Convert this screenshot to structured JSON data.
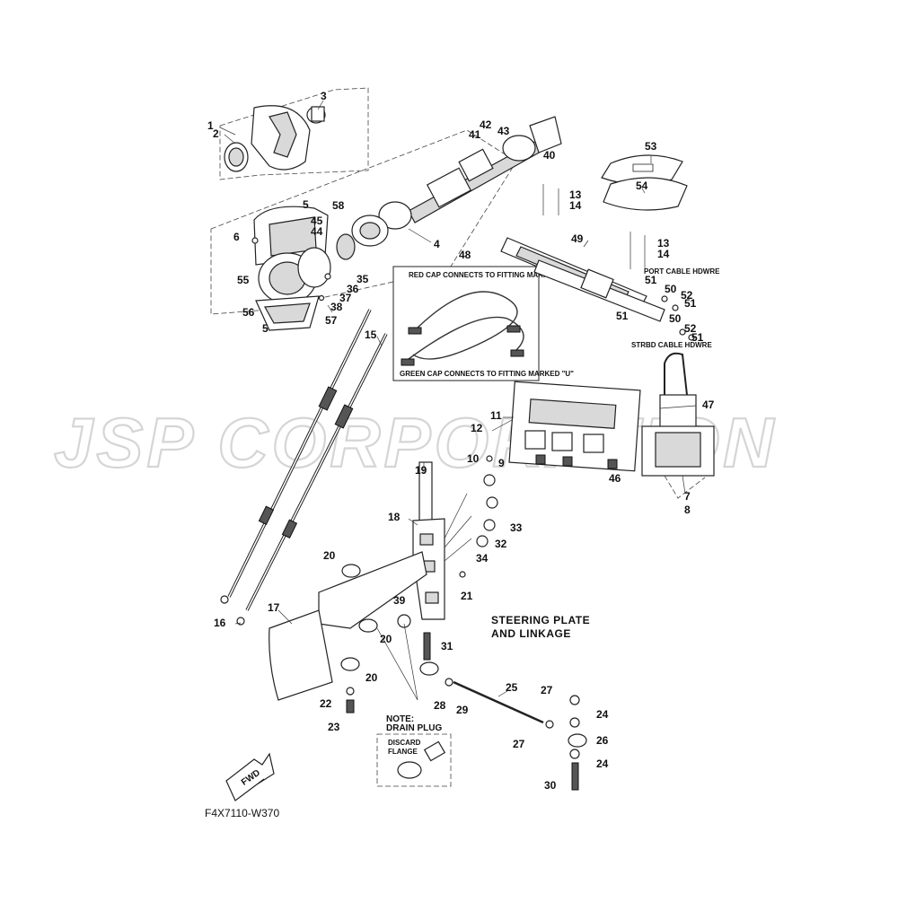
{
  "watermark": "JSP CORPORATION",
  "diagram_code": "F4X7110-W370",
  "section_title_line1": "STEERING PLATE",
  "section_title_line2": "AND LINKAGE",
  "cable_box": {
    "top_label": "RED CAP CONNECTS TO FITTING MARKED \"D\"",
    "bottom_label": "GREEN CAP CONNECTS TO FITTING MARKED \"U\""
  },
  "hardware_labels": {
    "port": "PORT CABLE HDWRE",
    "strbd": "STRBD CABLE HDWRE"
  },
  "note": {
    "line1": "NOTE:",
    "line2": "DRAIN PLUG",
    "discard1": "DISCARD",
    "discard2": "FLANGE"
  },
  "fwd_label": "FWD",
  "callouts": {
    "n1": "1",
    "n2": "2",
    "n3": "3",
    "n4": "4",
    "n5a": "5",
    "n5b": "5",
    "n6": "6",
    "n7": "7",
    "n8": "8",
    "n9": "9",
    "n10": "10",
    "n11": "11",
    "n12": "12",
    "n13a": "13",
    "n13b": "13",
    "n14a": "14",
    "n14b": "14",
    "n15": "15",
    "n16": "16",
    "n17": "17",
    "n18": "18",
    "n19": "19",
    "n20a": "20",
    "n20b": "20",
    "n20c": "20",
    "n21": "21",
    "n22": "22",
    "n23": "23",
    "n24a": "24",
    "n24b": "24",
    "n25": "25",
    "n26": "26",
    "n27a": "27",
    "n27b": "27",
    "n28": "28",
    "n29": "29",
    "n30": "30",
    "n31": "31",
    "n32": "32",
    "n33": "33",
    "n34": "34",
    "n35": "35",
    "n36": "36",
    "n37": "37",
    "n38": "38",
    "n39": "39",
    "n40": "40",
    "n41": "41",
    "n42": "42",
    "n43": "43",
    "n44": "44",
    "n45": "45",
    "n46": "46",
    "n47": "47",
    "n48": "48",
    "n49": "49",
    "n50a": "50",
    "n50b": "50",
    "n51a": "51",
    "n51b": "51",
    "n51c": "51",
    "n51d": "51",
    "n52a": "52",
    "n52b": "52",
    "n53": "53",
    "n54": "54",
    "n55": "55",
    "n56": "56",
    "n57": "57",
    "n58": "58"
  }
}
